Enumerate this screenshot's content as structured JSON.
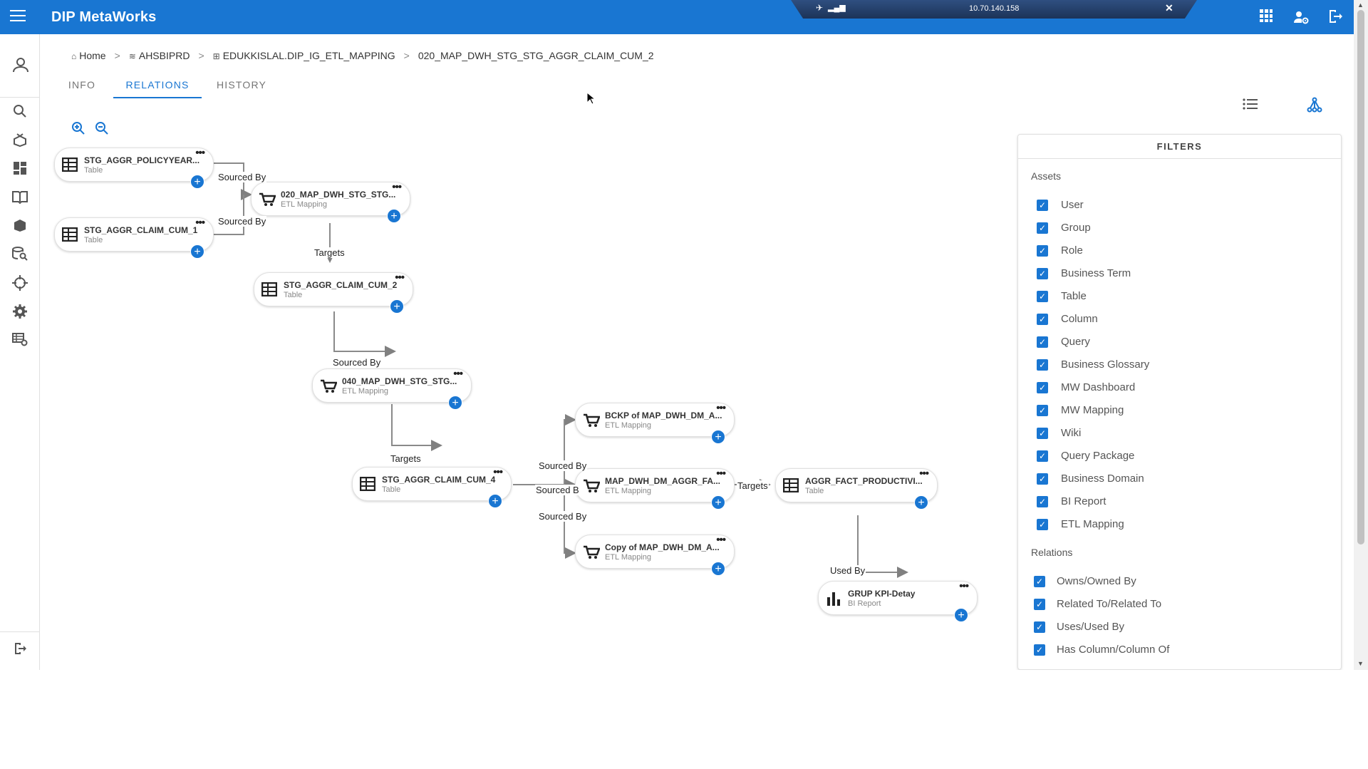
{
  "app": {
    "title": "DIP MetaWorks"
  },
  "remote": {
    "ip": "10.70.140.158",
    "close_glyph": "✕"
  },
  "header_icons": [
    "apps-grid-icon",
    "admin-settings-icon",
    "logout-icon"
  ],
  "rail_icons": [
    "user-icon",
    "search-icon",
    "catalog-icon",
    "dashboard-icon",
    "glossary-icon",
    "library-icon",
    "data-search-icon",
    "lineage-icon",
    "settings-icon",
    "table-settings-icon",
    "logout-icon"
  ],
  "breadcrumb": {
    "home": "Home",
    "db": "AHSBIPRD",
    "table": "EDUKKISLAL.DIP_IG_ETL_MAPPING",
    "current": "020_MAP_DWH_STG_STG_AGGR_CLAIM_CUM_2",
    "separator": ">"
  },
  "tabs": [
    "INFO",
    "RELATIONS",
    "HISTORY"
  ],
  "active_tab": "RELATIONS",
  "graph": {
    "nodes": [
      {
        "name": "STG_AGGR_POLICYYEAR...",
        "type": "Table",
        "icon": "table-icon"
      },
      {
        "name": "STG_AGGR_CLAIM_CUM_1",
        "type": "Table",
        "icon": "table-icon"
      },
      {
        "name": "020_MAP_DWH_STG_STG...",
        "type": "ETL Mapping",
        "icon": "cart-icon"
      },
      {
        "name": "STG_AGGR_CLAIM_CUM_2",
        "type": "Table",
        "icon": "table-icon"
      },
      {
        "name": "040_MAP_DWH_STG_STG...",
        "type": "ETL Mapping",
        "icon": "cart-icon"
      },
      {
        "name": "STG_AGGR_CLAIM_CUM_4",
        "type": "Table",
        "icon": "table-icon"
      },
      {
        "name": "BCKP of MAP_DWH_DM_A...",
        "type": "ETL Mapping",
        "icon": "cart-icon"
      },
      {
        "name": "MAP_DWH_DM_AGGR_FA...",
        "type": "ETL Mapping",
        "icon": "cart-icon"
      },
      {
        "name": "Copy of MAP_DWH_DM_A...",
        "type": "ETL Mapping",
        "icon": "cart-icon"
      },
      {
        "name": "AGGR_FACT_PRODUCTIVI...",
        "type": "Table",
        "icon": "table-icon"
      },
      {
        "name": "GRUP KPI-Detay",
        "type": "BI Report",
        "icon": "bar-chart-icon"
      }
    ],
    "edge_labels": [
      "Sourced By",
      "Sourced By",
      "Targets",
      "Sourced By",
      "Targets",
      "Sourced By",
      "Sourced B",
      "Sourced By",
      "Targets",
      "Used By"
    ]
  },
  "filters": {
    "title": "FILTERS",
    "assets_label": "Assets",
    "assets": [
      "User",
      "Group",
      "Role",
      "Business Term",
      "Table",
      "Column",
      "Query",
      "Business Glossary",
      "MW Dashboard",
      "MW Mapping",
      "Wiki",
      "Query Package",
      "Business Domain",
      "BI Report",
      "ETL Mapping"
    ],
    "relations_label": "Relations",
    "relations": [
      "Owns/Owned By",
      "Related To/Related To",
      "Uses/Used By",
      "Has Column/Column Of"
    ]
  },
  "colors": {
    "primary": "#1976d2",
    "edge": "#808080"
  }
}
